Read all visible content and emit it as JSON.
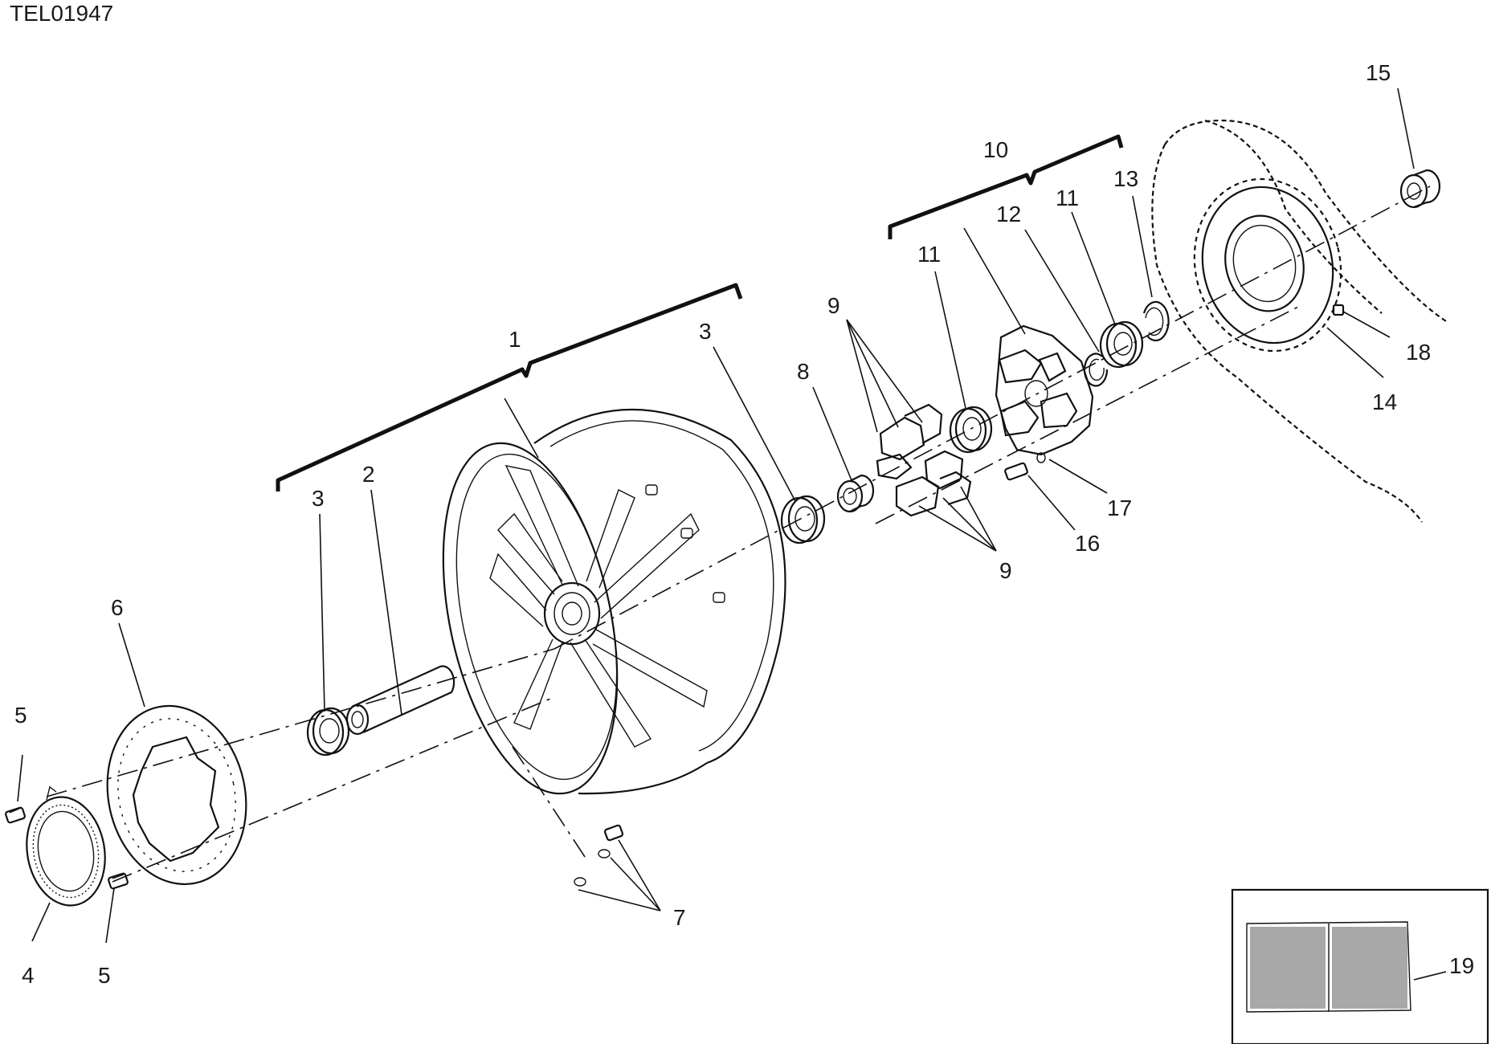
{
  "drawing": {
    "code": "TEL01947",
    "callouts": [
      {
        "id": "c1",
        "label": "1"
      },
      {
        "id": "c2",
        "label": "2"
      },
      {
        "id": "c3a",
        "label": "3"
      },
      {
        "id": "c3b",
        "label": "3"
      },
      {
        "id": "c4",
        "label": "4"
      },
      {
        "id": "c5a",
        "label": "5"
      },
      {
        "id": "c5b",
        "label": "5"
      },
      {
        "id": "c6",
        "label": "6"
      },
      {
        "id": "c7",
        "label": "7"
      },
      {
        "id": "c8",
        "label": "8"
      },
      {
        "id": "c9a",
        "label": "9"
      },
      {
        "id": "c9b",
        "label": "9"
      },
      {
        "id": "c10",
        "label": "10"
      },
      {
        "id": "c11a",
        "label": "11"
      },
      {
        "id": "c11b",
        "label": "11"
      },
      {
        "id": "c12",
        "label": "12"
      },
      {
        "id": "c13",
        "label": "13"
      },
      {
        "id": "c14",
        "label": "14"
      },
      {
        "id": "c15",
        "label": "15"
      },
      {
        "id": "c16",
        "label": "16"
      },
      {
        "id": "c17",
        "label": "17"
      },
      {
        "id": "c18",
        "label": "18"
      },
      {
        "id": "c19",
        "label": "19"
      }
    ]
  }
}
